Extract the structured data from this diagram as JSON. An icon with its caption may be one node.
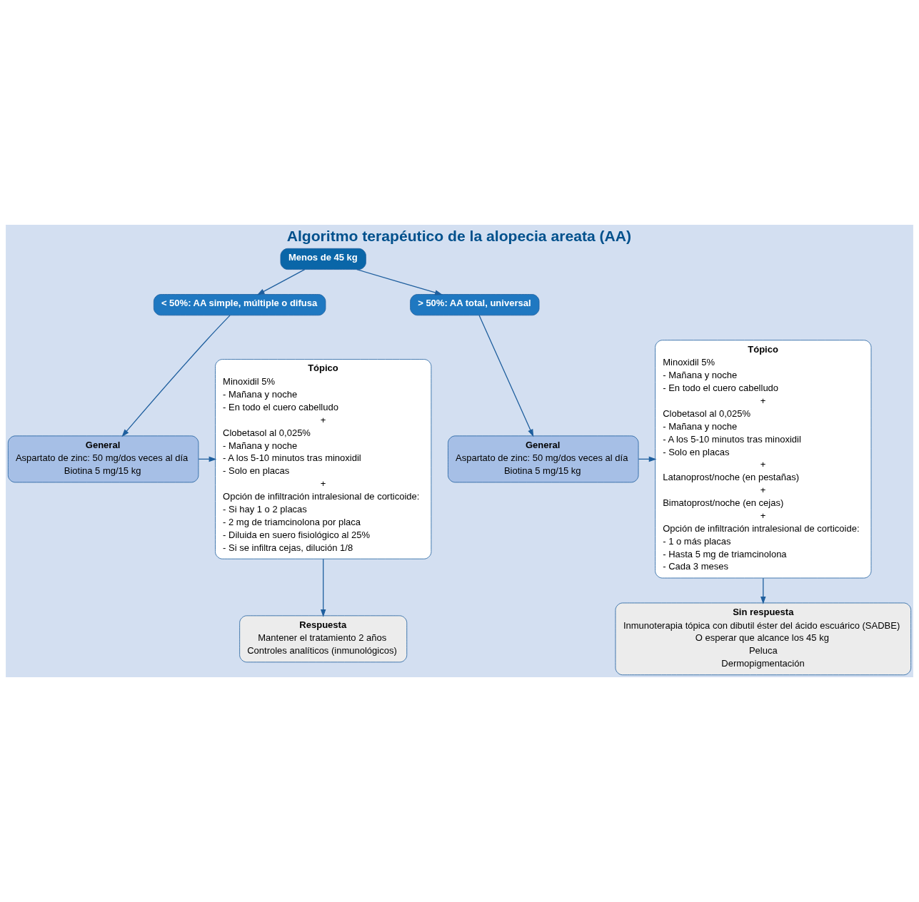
{
  "diagram": {
    "title": "Algoritmo terapéutico de la alopecia areata (AA)",
    "nodes": [
      {
        "text": [
          "Menos de 45 kg"
        ]
      },
      {
        "text": [
          "< 50%: AA simple, múltiple o difusa"
        ]
      },
      {
        "text": [
          "> 50%: AA total, universal"
        ]
      },
      {
        "text": [
          "General",
          "Aspartato de zinc: 50 mg/dos veces al día",
          "Biotina 5 mg/15 kg"
        ]
      },
      {
        "text": [
          "Tópico",
          "Minoxidil 5%",
          "- Mañana y noche",
          "- En todo el cuero cabelludo",
          "+",
          "Clobetasol al 0,025%",
          "- Mañana y noche",
          "- A los 5-10 minutos tras minoxidil",
          "- Solo en placas",
          "+",
          "Opción de infiltración intralesional de corticoide:",
          "- Si hay 1 o 2 placas",
          "- 2 mg de triamcinolona por placa",
          "- Diluida en suero fisiológico al 25%",
          "- Si se infiltra cejas, dilución 1/8"
        ]
      },
      {
        "text": [
          "General",
          "Aspartato de zinc: 50 mg/dos veces al día",
          "Biotina 5 mg/15 kg"
        ]
      },
      {
        "text": [
          "Tópico",
          "Minoxidil 5%",
          "- Mañana y noche",
          "- En todo el cuero cabelludo",
          "+",
          "Clobetasol al 0,025%",
          "- Mañana y noche",
          "- A los 5-10 minutos tras minoxidil",
          "- Solo en placas",
          "+",
          "Latanoprost/noche (en pestañas)",
          "+",
          "Bimatoprost/noche (en cejas)",
          "+",
          "Opción de infiltración intralesional de corticoide:",
          "- 1 o más placas",
          "- Hasta 5 mg de triamcinolona",
          "- Cada 3 meses"
        ]
      },
      {
        "text": [
          "Respuesta",
          "Mantener el tratamiento 2 años",
          "Controles analíticos (inmunológicos)"
        ]
      },
      {
        "text": [
          "Sin respuesta",
          "Inmunoterapia tópica con dibutil éster del ácido escuárico (SADBE)",
          "O esperar que alcance los 45 kg",
          "Peluca",
          "Dermopigmentación"
        ]
      }
    ],
    "edges": [
      {
        "from": 0,
        "to": 1,
        "arrow": "to"
      },
      {
        "from": 0,
        "to": 2,
        "arrow": "to"
      },
      {
        "from": 1,
        "to": 3,
        "arrow": "to"
      },
      {
        "from": 2,
        "to": 5,
        "arrow": "to"
      },
      {
        "from": 3,
        "to": 4,
        "arrow": "to"
      },
      {
        "from": 5,
        "to": 6,
        "arrow": "to"
      },
      {
        "from": 4,
        "to": 7,
        "arrow": "to"
      },
      {
        "from": 6,
        "to": 8,
        "arrow": "to"
      }
    ]
  }
}
